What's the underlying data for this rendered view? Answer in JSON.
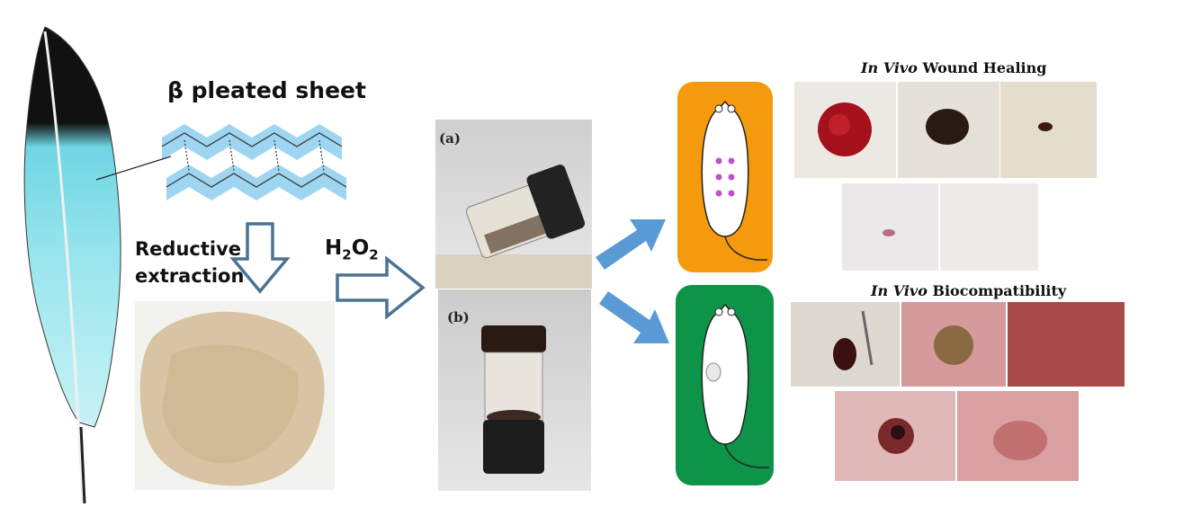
{
  "left_panel": {
    "beta_title": "β pleated sheet",
    "reductive_line1": "Reductive",
    "reductive_line2": "extraction"
  },
  "middle_panel": {
    "reagent_main": "H",
    "reagent_sub1": "2",
    "reagent_mid": "O",
    "reagent_sub2": "2",
    "vial_a_label": "(a)",
    "vial_b_label": "(b)"
  },
  "right_panel": {
    "wound_heading_italic": "In Vivo",
    "wound_heading_rest": " Wound Healing",
    "biocompat_heading_italic": "In Vivo",
    "biocompat_heading_rest": " Biocompatibility"
  },
  "colors": {
    "feather_black": "#111111",
    "feather_cyan": "#8fe3ec",
    "outline_arrow": "#4a7396",
    "blue_arrow": "#5b9bd5",
    "orange_box": "#f59a0c",
    "green_box": "#0e9448",
    "dot_purple": "#c050c8",
    "powder": "#d8c4a2"
  }
}
